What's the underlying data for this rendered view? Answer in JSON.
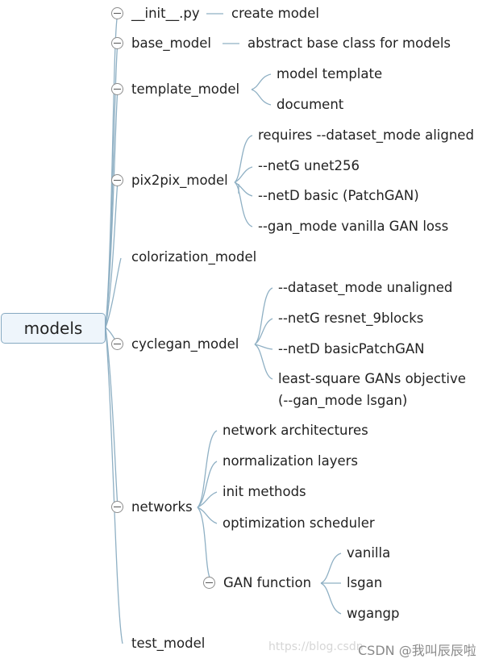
{
  "root": "models",
  "branches": {
    "init": {
      "label": "__init__.py",
      "desc": "create model"
    },
    "base_model": {
      "label": "base_model",
      "desc": "abstract base class for models"
    },
    "template_model": {
      "label": "template_model",
      "children": [
        "model template",
        "document"
      ]
    },
    "pix2pix_model": {
      "label": "pix2pix_model",
      "children": [
        "requires --dataset_mode aligned",
        "--netG unet256",
        "--netD basic (PatchGAN)",
        "--gan_mode vanilla GAN loss"
      ]
    },
    "colorization_model": {
      "label": "colorization_model"
    },
    "cyclegan_model": {
      "label": "cyclegan_model",
      "children": [
        "--dataset_mode unaligned",
        "--netG resnet_9blocks",
        "--netD basicPatchGAN",
        "least-square GANs objective",
        "(--gan_mode lsgan)"
      ]
    },
    "networks": {
      "label": "networks",
      "children": [
        "network architectures",
        "normalization layers",
        "init methods",
        "optimization scheduler"
      ]
    },
    "gan_function": {
      "label": "GAN function",
      "children": [
        "vanilla",
        "lsgan",
        "wgangp"
      ]
    },
    "test_model": {
      "label": "test_model"
    }
  },
  "watermark": {
    "url": "https://blog.csdn",
    "csdn": "CSDN @我叫辰辰啦"
  },
  "colors": {
    "line": "#8fb0c4",
    "root_fill": "#eef5fb",
    "root_border": "#86a9c1"
  }
}
